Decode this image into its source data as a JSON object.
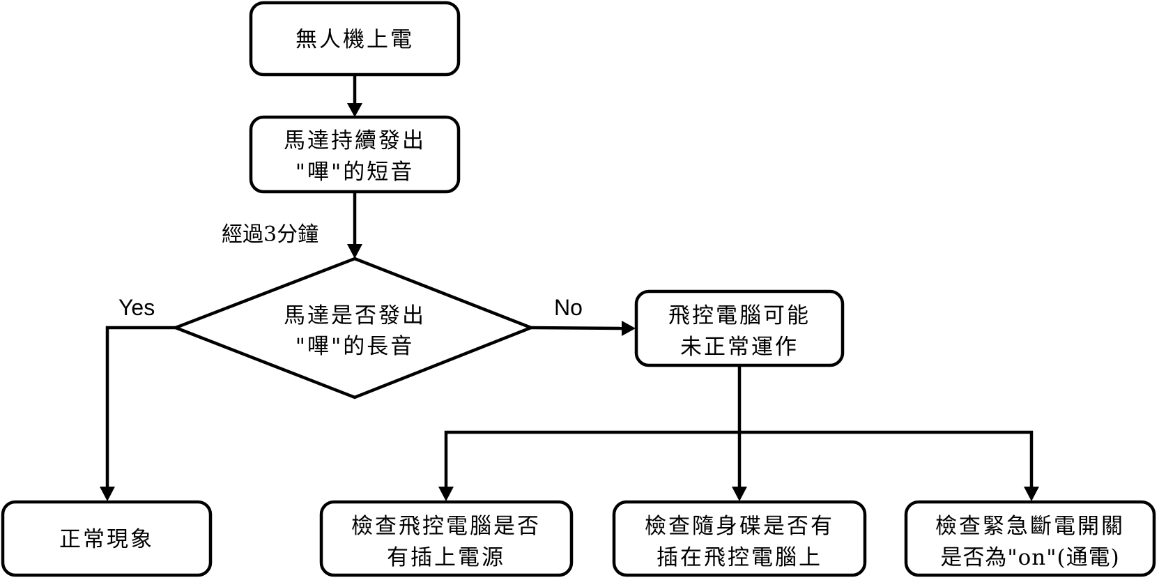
{
  "nodes": {
    "power_on": {
      "lines": [
        "無人機上電"
      ]
    },
    "short_beep": {
      "lines": [
        "馬達持續發出",
        "\"嗶\"的短音"
      ]
    },
    "decision": {
      "lines": [
        "馬達是否發出",
        "\"嗶\"的長音"
      ]
    },
    "normal": {
      "lines": [
        "正常現象"
      ]
    },
    "fc_fault": {
      "lines": [
        "飛控電腦可能",
        "未正常運作"
      ]
    },
    "check_power": {
      "lines": [
        "檢查飛控電腦是否",
        "有插上電源"
      ]
    },
    "check_usb": {
      "lines": [
        "檢查隨身碟是否有",
        "插在飛控電腦上"
      ]
    },
    "check_switch": {
      "lines": [
        "檢查緊急斷電開關",
        "是否為\"on\"(通電)"
      ]
    }
  },
  "edges": {
    "wait_label": "經過3分鐘",
    "yes_label": "Yes",
    "no_label": "No"
  }
}
